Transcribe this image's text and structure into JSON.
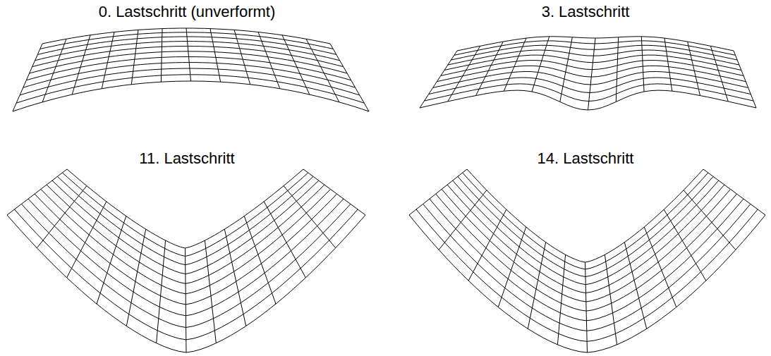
{
  "diagram": {
    "labels": [
      "0. Lastschritt (unverformt)",
      "3. Lastschritt",
      "11. Lastschritt",
      "14. Lastschritt"
    ]
  }
}
